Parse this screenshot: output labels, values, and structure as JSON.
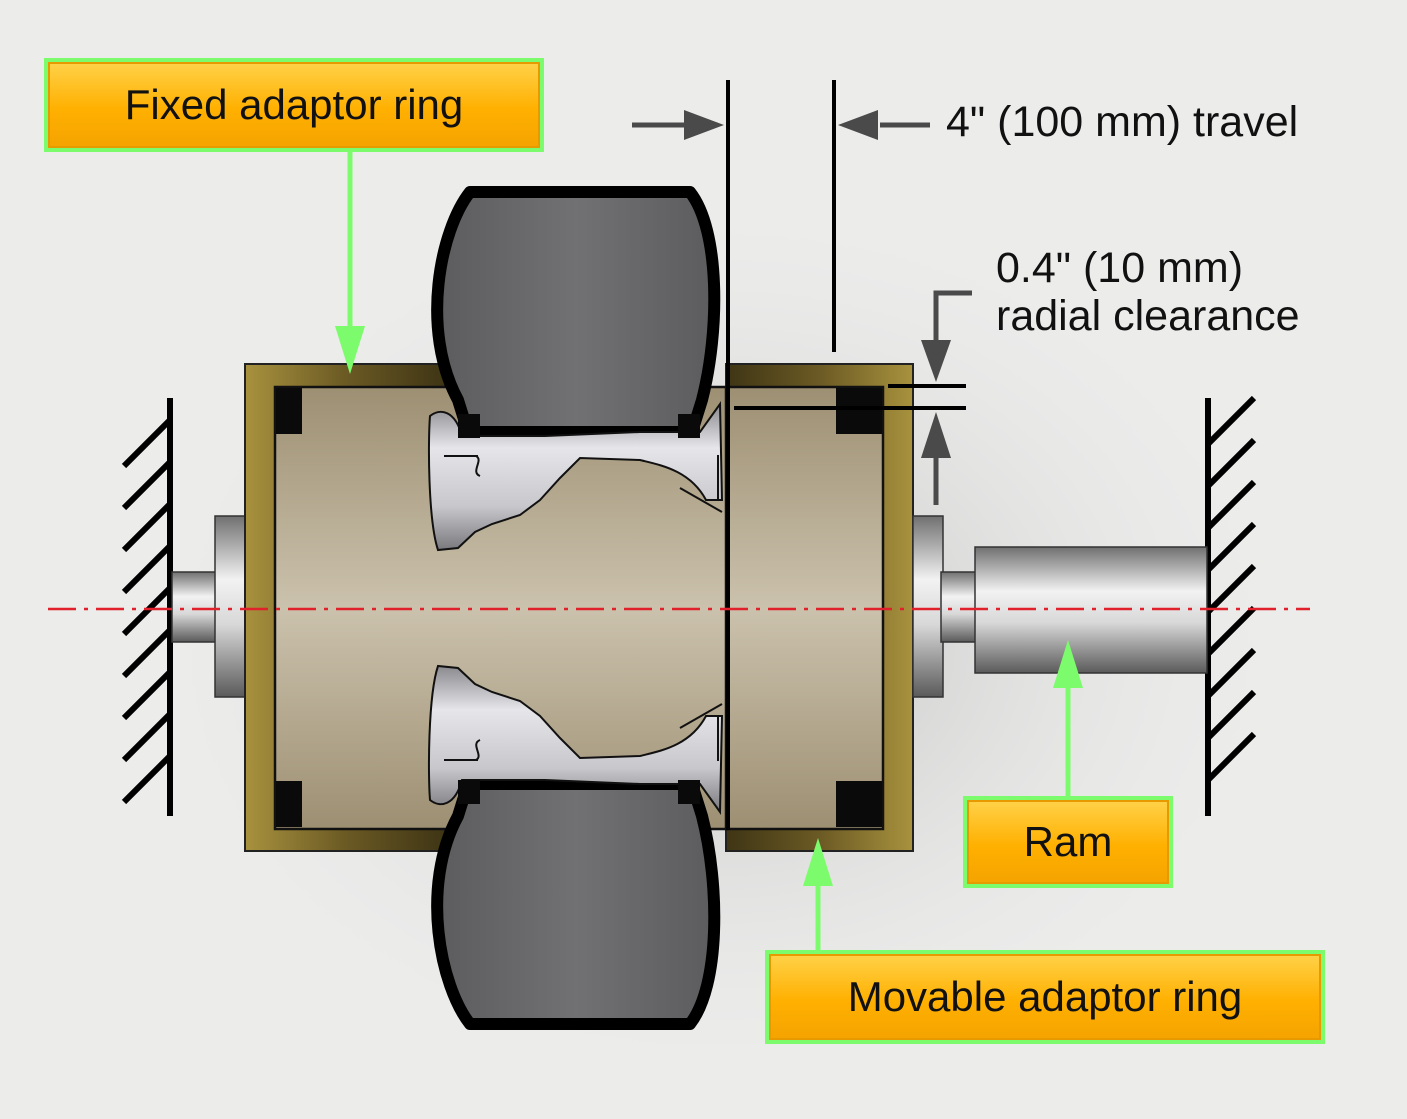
{
  "labels": {
    "fixed_ring": "Fixed adaptor ring",
    "movable_ring": "Movable adaptor ring",
    "ram": "Ram"
  },
  "annotations": {
    "travel": "4\" (100 mm) travel",
    "clearance_line1": "0.4\" (10 mm)",
    "clearance_line2": "radial clearance"
  },
  "colors": {
    "background": "#ececeb",
    "callout_fill": "#ffb000",
    "callout_border": "#7cfc6c",
    "leader_arrow": "#7cfc6c",
    "adaptor_ring": "#8a7430",
    "tire": "#6b6b6d",
    "centerline": "#e0202a"
  }
}
